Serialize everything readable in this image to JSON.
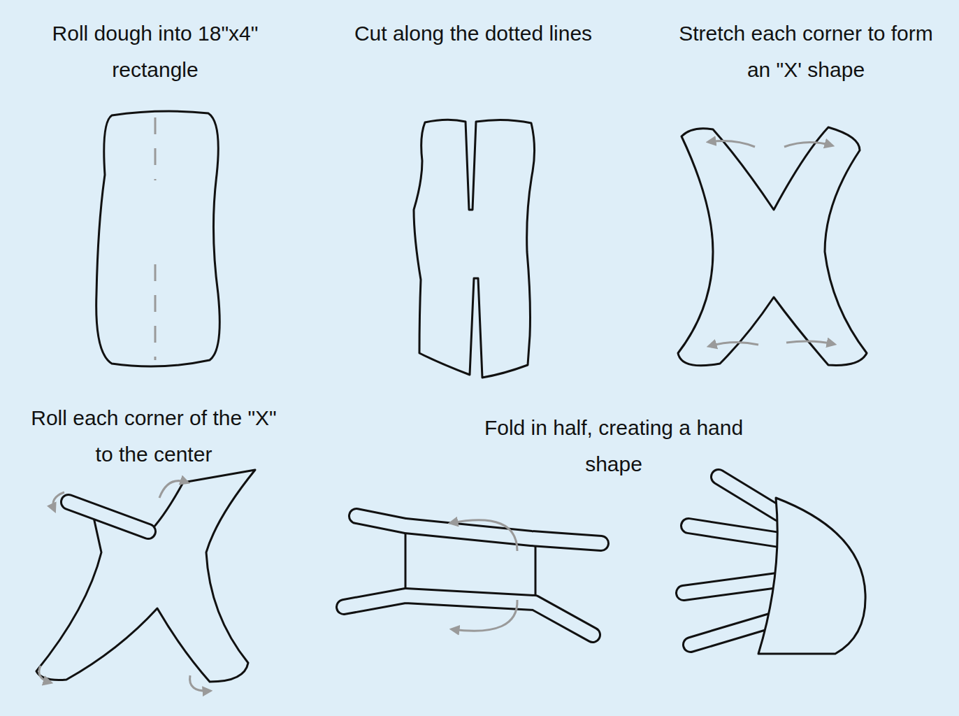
{
  "diagram": {
    "labels": [
      "Roll dough into 18\"x4\" rectangle",
      "Cut along the dotted lines",
      "Stretch each corner to form an \"X' shape",
      "Roll each corner of the \"X\" to the center",
      "Fold in half, creating a hand shape"
    ]
  }
}
